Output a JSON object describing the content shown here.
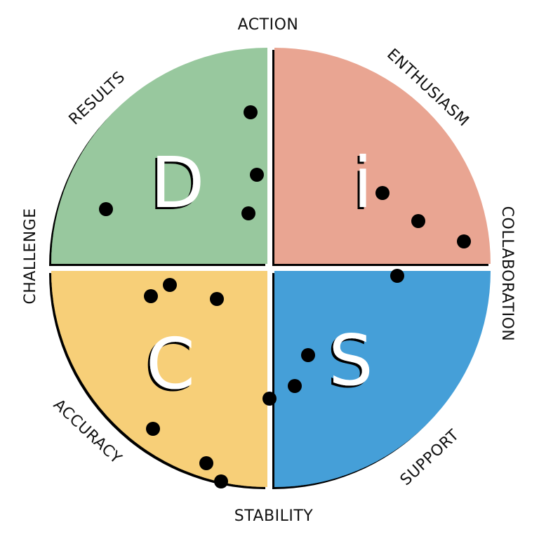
{
  "quadrants": [
    {
      "id": "d",
      "letter": "D",
      "color": "#98c89e"
    },
    {
      "id": "i",
      "letter": "i",
      "color": "#e9a592"
    },
    {
      "id": "c",
      "letter": "C",
      "color": "#f7cf78"
    },
    {
      "id": "s",
      "letter": "S",
      "color": "#459fd8"
    }
  ],
  "labels": {
    "action": "ACTION",
    "enthusiasm": "ENTHUSIASM",
    "collaboration": "COLLABORATION",
    "support": "SUPPORT",
    "stability": "STABILITY",
    "accuracy": "ACCURACY",
    "challenge": "CHALLENGE",
    "results": "RESULTS"
  },
  "dot_color": "#000000"
}
